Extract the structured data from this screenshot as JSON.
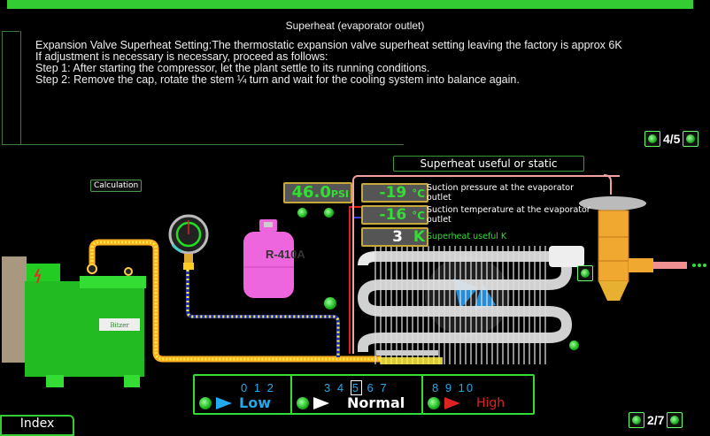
{
  "header": {
    "title": "Superheat (evaporator outlet)"
  },
  "instructions": {
    "line1": "Expansion Valve Superheat Setting:The thermostatic expansion valve superheat setting leaving the factory is approx 6K",
    "line2": "If adjustment is necessary is necessary, proceed as follows:",
    "line3": "Step 1: After starting the compressor, let the plant settle to its running conditions.",
    "line4": "Step 2: Remove the cap, rotate the stem ¼ turn and wait for the cooling system into balance again."
  },
  "pager_top": {
    "label": "4/5"
  },
  "pager_bottom": {
    "label": "2/7"
  },
  "calculation_button": "Calculation",
  "superheat_panel": {
    "title": "Superheat useful or static",
    "pressure_gauge": {
      "value": "46.0",
      "unit": "PSI"
    },
    "rows": [
      {
        "value": "-19",
        "unit": "°C",
        "description": "Suction pressure at the evaporator outlet"
      },
      {
        "value": "-16",
        "unit": "°C",
        "description": "Suction temperature at the evaporator outlet"
      },
      {
        "value": "3",
        "unit": "K",
        "description": "Superheat useful K"
      }
    ]
  },
  "refrigerant": {
    "label": "R-410A"
  },
  "scale": {
    "segments": [
      {
        "numbers": "0 1 2",
        "label": "Low",
        "color": "#22aaee"
      },
      {
        "numbers_before": "3 4 ",
        "current": "5",
        "numbers_after": " 6 7",
        "label": "Normal",
        "color": "#ffffff"
      },
      {
        "numbers": "8 9 10",
        "label": "High",
        "color": "#dd2222"
      }
    ]
  },
  "index_button": "Index",
  "colors": {
    "accent_green": "#33cc33",
    "readout_green": "#33dd33",
    "refrigerant_pink": "#ee66dd",
    "pipe_yellow": "#ffd21a"
  }
}
